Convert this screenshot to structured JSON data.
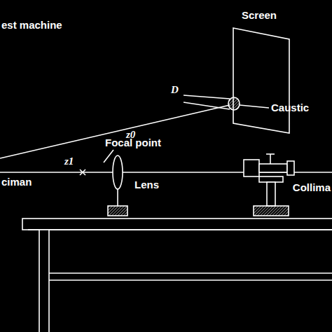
{
  "diagram": {
    "labels": [
      "est machine",
      "Screen",
      "D",
      "Caustic",
      "z0",
      "z1",
      "Focal point",
      "ciman",
      "Lens",
      "Collima"
    ]
  }
}
